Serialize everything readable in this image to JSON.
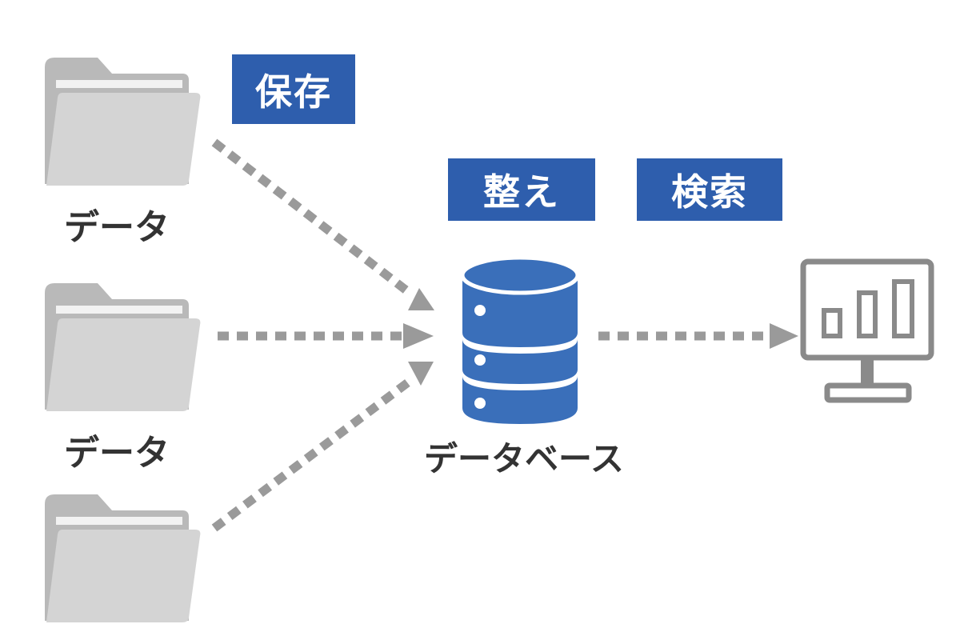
{
  "tags": {
    "store": "保存",
    "arrange": "整え",
    "search": "検索"
  },
  "sources": [
    {
      "label": "データ"
    },
    {
      "label": "データ"
    },
    {
      "label": ""
    }
  ],
  "database": {
    "label": "データベース"
  },
  "icons": {
    "folder": "folder-icon",
    "database": "database-icon",
    "monitor": "monitor-chart-icon"
  },
  "colors": {
    "accent": "#2e5ead",
    "database_fill": "#3a6fba",
    "arrow": "#9a9a9a",
    "folder_back": "#b9b9b9",
    "folder_front": "#d4d4d4",
    "monitor": "#8a8a8a",
    "text": "#333333"
  }
}
